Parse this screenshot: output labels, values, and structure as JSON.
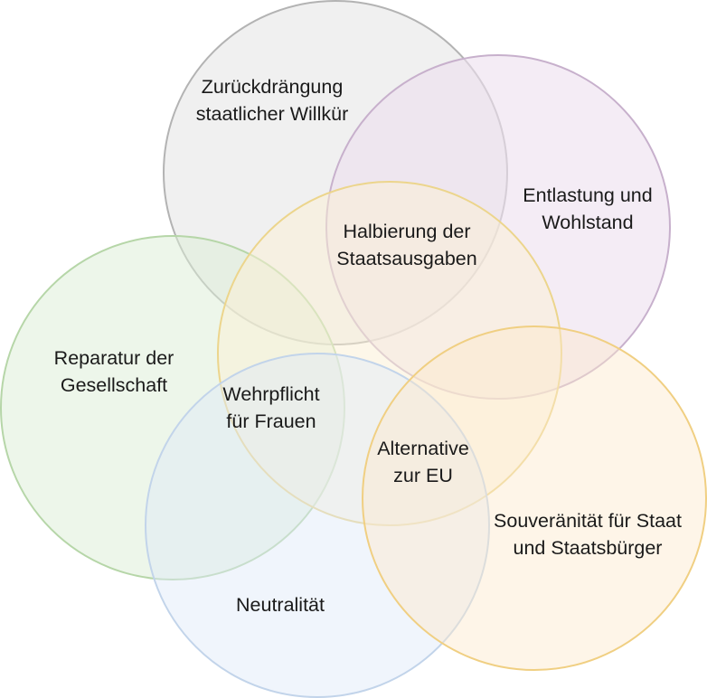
{
  "diagram": {
    "circles": [
      {
        "id": "willkuer",
        "fill": "#e6e6e6",
        "stroke": "#b3b3b3"
      },
      {
        "id": "entlastung",
        "fill": "#ece0ee",
        "stroke": "#c7b0cc"
      },
      {
        "id": "gesellschaft",
        "fill": "#dcedd6",
        "stroke": "#b6d6a8"
      },
      {
        "id": "halbierung",
        "fill": "#fbefd3",
        "stroke": "#ecd58c"
      },
      {
        "id": "neutralitaet",
        "fill": "#dde8f8",
        "stroke": "#c2d4ea"
      },
      {
        "id": "souveraenitaet",
        "fill": "#fce9cb",
        "stroke": "#f0cf82"
      }
    ],
    "labels": {
      "willkuer": [
        "Zurückdrängung",
        "staatlicher Willkür"
      ],
      "entlastung": [
        "Entlastung und",
        "Wohlstand"
      ],
      "halbierung": [
        "Halbierung der",
        "Staatsausgaben"
      ],
      "gesellschaft": [
        "Reparatur der",
        "Gesellschaft"
      ],
      "wehrpflicht": [
        "Wehrpflicht",
        "für Frauen"
      ],
      "eu": [
        "Alternative",
        "zur EU"
      ],
      "souveraenitaet": [
        "Souveränität für Staat",
        "und Staatsbürger"
      ],
      "neutralitaet": [
        "Neutralität"
      ]
    }
  }
}
